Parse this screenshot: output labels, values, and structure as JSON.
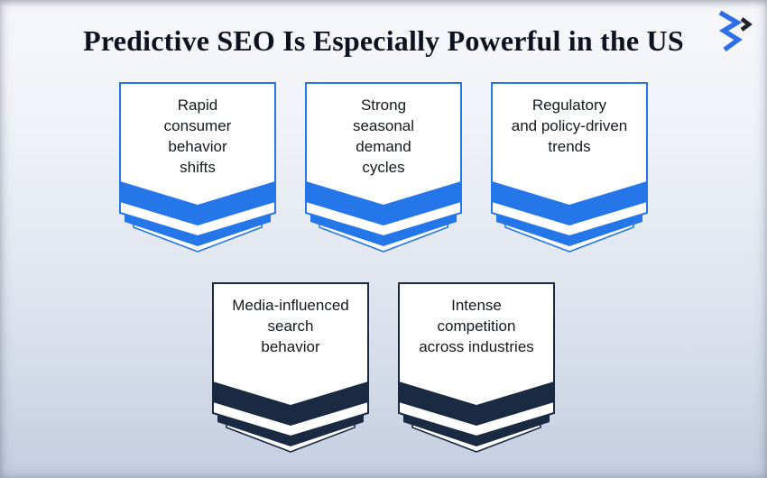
{
  "header": {
    "title": "Predictive SEO Is Especially Powerful in the US",
    "logo_icon": "zigzag-brand-logo"
  },
  "colors": {
    "accent_blue": "#2577E9",
    "accent_navy": "#1B2A43",
    "background_top": "#F7F8FB",
    "background_bottom": "#C4CEE0",
    "title_text": "#0C1220",
    "badge_text": "#15191F",
    "logo_dark_chevron": "#23242B"
  },
  "badges": [
    {
      "id": "rapid-consumer-behavior-shifts",
      "variant": "blue",
      "lines": [
        "Rapid",
        "consumer",
        "behavior",
        "shifts"
      ]
    },
    {
      "id": "strong-seasonal-demand-cycles",
      "variant": "blue",
      "lines": [
        "Strong",
        "seasonal",
        "demand",
        "cycles"
      ]
    },
    {
      "id": "regulatory-policy-driven-trends",
      "variant": "blue",
      "lines": [
        "Regulatory",
        "and policy-driven",
        "trends"
      ]
    },
    {
      "id": "media-influenced-search-behavior",
      "variant": "navy",
      "lines": [
        "Media-influenced",
        "search",
        "behavior"
      ]
    },
    {
      "id": "intense-competition-across-industries",
      "variant": "navy",
      "lines": [
        "Intense",
        "competition",
        "across industries"
      ]
    }
  ]
}
